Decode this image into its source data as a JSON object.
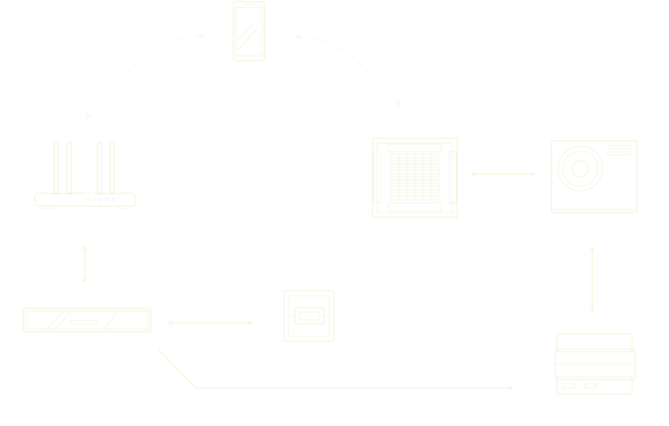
{
  "diagram": {
    "line_color": "#f3f1d6",
    "background": "#ffffff",
    "devices": [
      {
        "name": "smartphone-icon",
        "label": ""
      },
      {
        "name": "wifi-router-icon",
        "label": ""
      },
      {
        "name": "cassette-ac-unit-icon",
        "label": ""
      },
      {
        "name": "outdoor-heat-pump-icon",
        "label": ""
      },
      {
        "name": "network-gateway-icon",
        "label": ""
      },
      {
        "name": "wall-controller-icon",
        "label": ""
      },
      {
        "name": "din-rail-module-icon",
        "label": ""
      }
    ],
    "connections": [
      {
        "from": "smartphone-icon",
        "to": "wifi-router-icon",
        "style": "dotted"
      },
      {
        "from": "smartphone-icon",
        "to": "cassette-ac-unit-icon",
        "style": "dotted"
      },
      {
        "from": "cassette-ac-unit-icon",
        "to": "outdoor-heat-pump-icon",
        "style": "solid"
      },
      {
        "from": "outdoor-heat-pump-icon",
        "to": "din-rail-module-icon",
        "style": "solid"
      },
      {
        "from": "wifi-router-icon",
        "to": "network-gateway-icon",
        "style": "solid"
      },
      {
        "from": "network-gateway-icon",
        "to": "wall-controller-icon",
        "style": "solid"
      },
      {
        "from": "network-gateway-icon",
        "to": "din-rail-module-icon",
        "style": "solid"
      }
    ]
  }
}
